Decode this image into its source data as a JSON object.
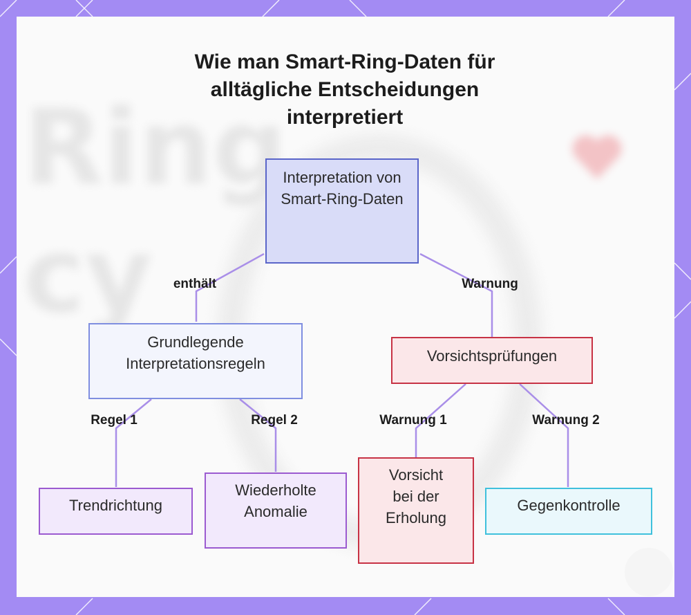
{
  "title": "Wie man Smart-Ring-Daten für alltägliche Entscheidungen interpretiert",
  "nodes": {
    "root": "Interpretation von Smart-Ring-Daten",
    "rules": "Grundlegende Interpretationsregeln",
    "checks": "Vorsichtsprüfungen",
    "trend": "Trendrichtung",
    "anomaly": "Wiederholte Anomalie",
    "recovery": "Vorsicht bei der Erholung",
    "crosscheck": "Gegenkontrolle"
  },
  "edges": {
    "contains": "enthält",
    "warning": "Warnung",
    "rule1": "Regel 1",
    "rule2": "Regel 2",
    "warning1": "Warnung 1",
    "warning2": "Warnung 2"
  },
  "colors": {
    "frame": "#a38bf3",
    "connector": "#a98ee8",
    "blue_border": "#5a65c9",
    "blue_fill": "#d9dcf8",
    "lightblue_border": "#7f8ee0",
    "lightblue_fill": "#f3f5fd",
    "red_border": "#c73244",
    "red_fill": "#fbe7e9",
    "purple_border": "#9b5ad0",
    "purple_fill": "#f2e9fc",
    "cyan_border": "#3fc0dc",
    "cyan_fill": "#eaf8fc"
  },
  "watermark_icon": "heart-icon"
}
